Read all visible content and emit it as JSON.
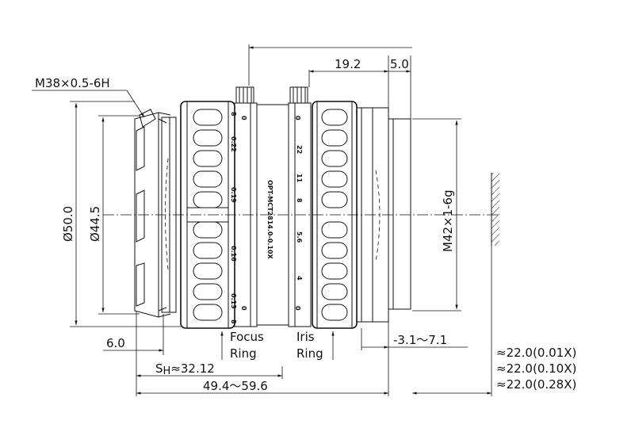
{
  "dimensions": {
    "dim_19_2": "19.2",
    "dim_5_0": "5.0",
    "thread_m38": "M38×0.5-6H",
    "dia_50": "Ø50.0",
    "dia_44_5": "Ø44.5",
    "thread_m42": "M42×1-6g",
    "dim_6_0": "6.0",
    "sh_prefix": "S",
    "sh_sub": "H",
    "sh_value": "≈32.12",
    "dim_length": "49.4～59.6",
    "dim_3_1": "-3.1～7.1"
  },
  "ring_labels": {
    "focus_1": "Focus",
    "focus_2": "Ring",
    "iris_1": "Iris",
    "iris_2": "Ring"
  },
  "working_distances": [
    "≈22.0(0.01X)",
    "≈22.0(0.10X)",
    "≈22.0(0.28X)"
  ],
  "barrel": {
    "model": "OPT-MCT2814.0-0.10X",
    "focus_scale": [
      "0.22",
      "0.19",
      "0.16",
      "0.13"
    ],
    "focus_marks": [
      "8",
      "0",
      "0",
      "8"
    ],
    "iris_scale": [
      "22",
      "11",
      "8",
      "5.6",
      "4"
    ],
    "iris_marks": [
      "0",
      "0"
    ]
  }
}
